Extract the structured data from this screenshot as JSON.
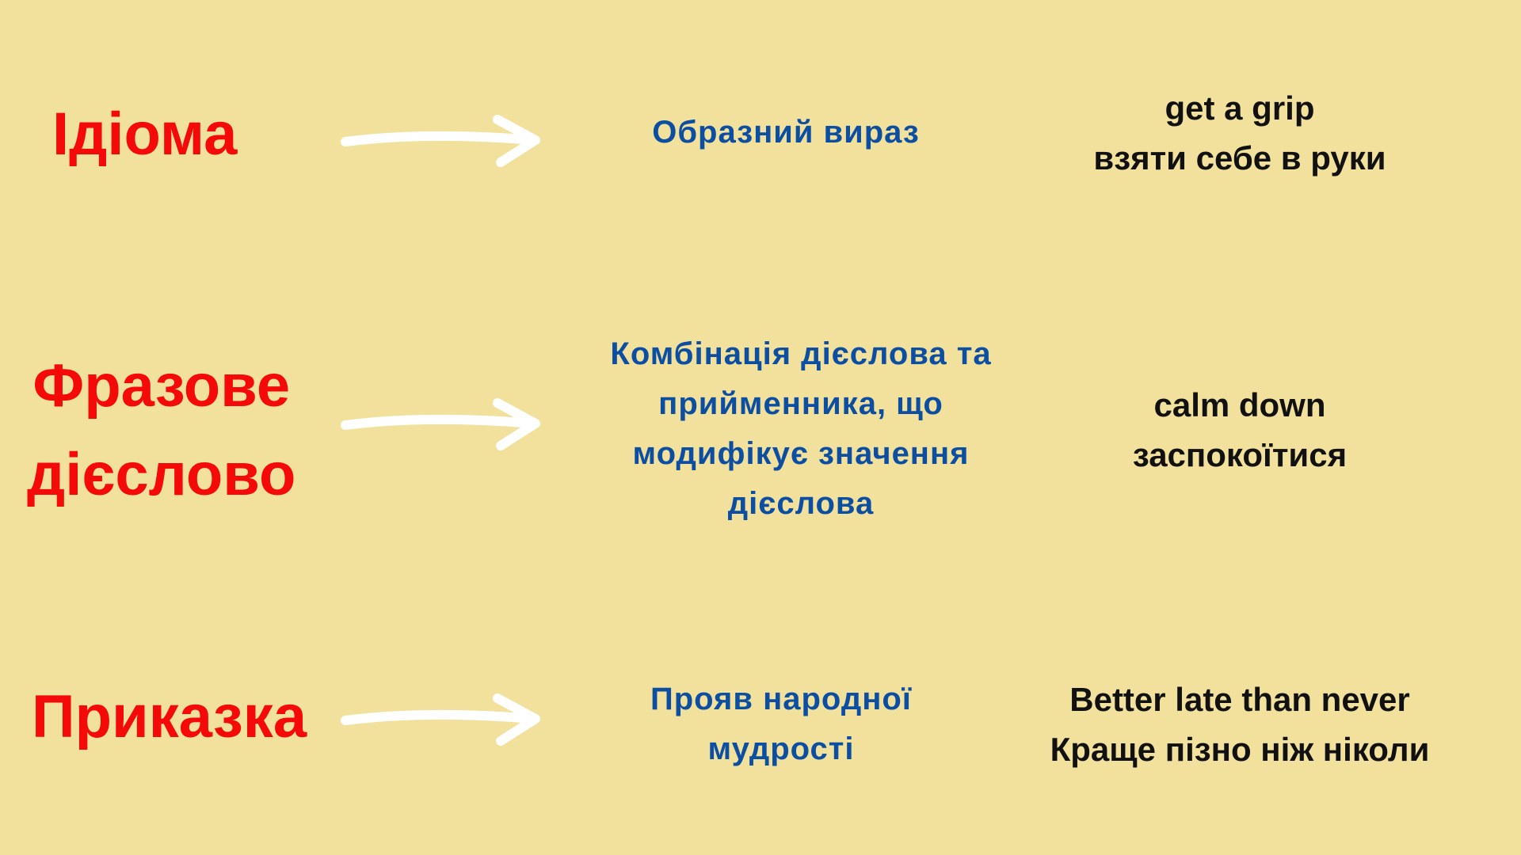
{
  "rows": [
    {
      "term": [
        "Ідіома"
      ],
      "definition": [
        "Образний вираз"
      ],
      "example": [
        "get a grip",
        "взяти себе в руки"
      ]
    },
    {
      "term": [
        "Фразове",
        "дієслово"
      ],
      "definition": [
        "Комбінація дієслова та",
        "прийменника, що",
        "модифікує значення",
        "дієслова"
      ],
      "example": [
        "calm down",
        "заспокоїтися"
      ]
    },
    {
      "term": [
        "Приказка"
      ],
      "definition": [
        "Прояв народної",
        "мудрості"
      ],
      "example": [
        "Better late than never",
        "Краще пізно ніж ніколи"
      ]
    }
  ],
  "colors": {
    "background": "#f2e19d",
    "term": "#f50a0a",
    "definition": "#0b4ea2",
    "example": "#111111",
    "arrow": "#ffffff"
  }
}
